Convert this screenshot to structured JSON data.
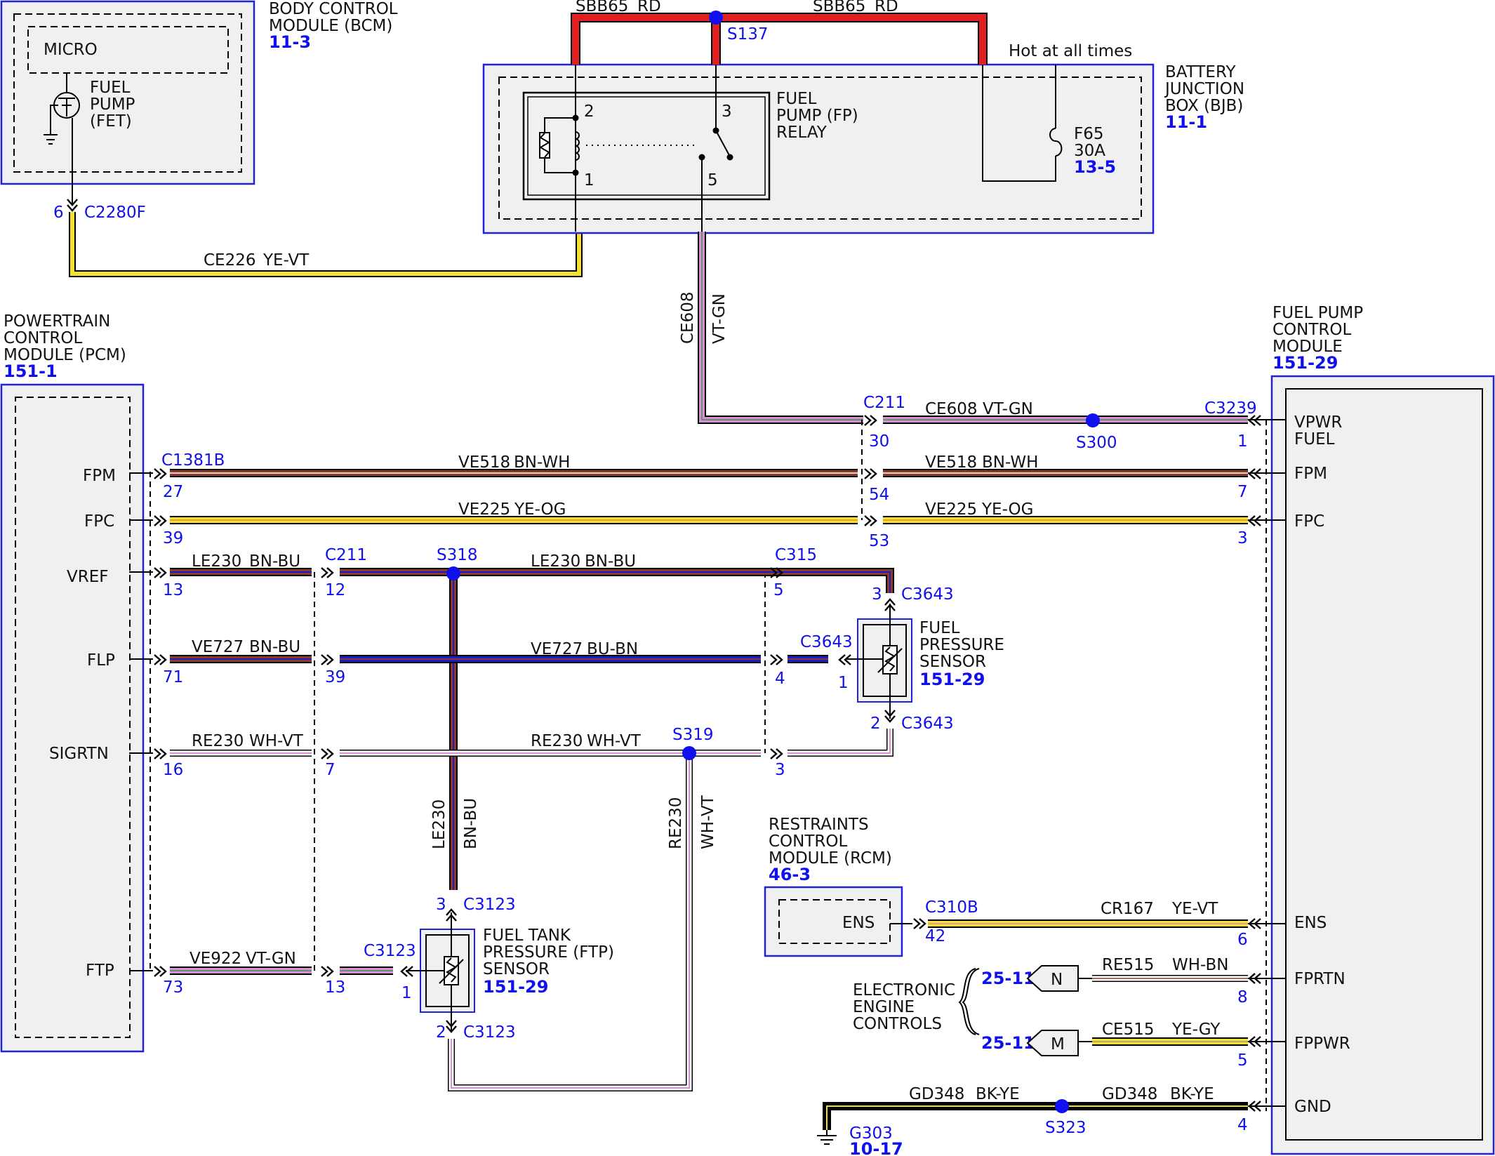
{
  "colors": {
    "module_border": "#2222dd",
    "module_fill": "#f0f0f0",
    "splice": "#1010ee",
    "link_text": "#1010ee",
    "wire_red": "#e02020",
    "wire_yellow": "#f2e032",
    "wire_violet": "#d68fd6",
    "wire_brown": "#8b3a2a",
    "wire_blue": "#1a1ad0",
    "wire_white": "#ffffff",
    "wire_green": "#3a9a3a",
    "wire_gray": "#9a9a9a",
    "wire_black": "#111111",
    "wire_orange": "#f08a20"
  },
  "modules": {
    "bcm": {
      "name": "BODY CONTROL MODULE (BCM)",
      "ref": "11-3",
      "micro": "MICRO",
      "fet": "FUEL PUMP (FET)"
    },
    "bjb": {
      "name": "BATTERY JUNCTION BOX (BJB)",
      "ref": "11-1",
      "hot": "Hot at all times"
    },
    "relay": {
      "name": "FUEL PUMP (FP) RELAY",
      "pins": [
        "2",
        "1",
        "3",
        "5"
      ]
    },
    "fuse": {
      "name": "F65",
      "rating": "30A",
      "ref": "13-5"
    },
    "pcm": {
      "name": "POWERTRAIN CONTROL MODULE (PCM)",
      "ref": "151-1"
    },
    "fpcm": {
      "name": "FUEL PUMP CONTROL MODULE",
      "ref": "151-29"
    },
    "fps": {
      "name": "FUEL PRESSURE SENSOR",
      "ref": "151-29"
    },
    "ftp": {
      "name": "FUEL TANK PRESSURE (FTP) SENSOR",
      "ref": "151-29"
    },
    "rcm": {
      "name": "RESTRAINTS CONTROL MODULE (RCM)",
      "ref": "46-3",
      "pin": "ENS"
    },
    "eec": {
      "name": "ELECTRONIC ENGINE CONTROLS",
      "ref": "25-11"
    },
    "ground": {
      "name": "G303",
      "ref": "10-17"
    }
  },
  "pcm_pins": [
    "FPM",
    "FPC",
    "VREF",
    "FLP",
    "SIGRTN",
    "FTP"
  ],
  "fpcm_pins": [
    "VPWR FUEL",
    "FPM",
    "FPC",
    "ENS",
    "FPRTN",
    "FPPWR",
    "GND"
  ],
  "connectors": {
    "c2280f": "C2280F",
    "c1381b": "C1381B",
    "c211": "C211",
    "c3239": "C3239",
    "c315": "C315",
    "c3643": "C3643",
    "c3123": "C3123",
    "c310b": "C310B"
  },
  "splices": {
    "s137": "S137",
    "s300": "S300",
    "s318": "S318",
    "s319": "S319",
    "s323": "S323"
  },
  "eec_blocks": [
    "N",
    "M"
  ],
  "pins": {
    "p_bcm_6": "6",
    "p_vpwr_30": "30",
    "p_vpwr_1": "1",
    "p_fpm_27": "27",
    "p_fpm_54": "54",
    "p_fpm_7": "7",
    "p_fpc_39": "39",
    "p_fpc_53": "53",
    "p_fpc_3": "3",
    "p_vref_13": "13",
    "p_vref_12": "12",
    "p_vref_5": "5",
    "p_vref_3": "3",
    "p_flp_71": "71",
    "p_flp_39": "39",
    "p_flp_4": "4",
    "p_flp_1": "1",
    "p_sig_16": "16",
    "p_sig_7": "7",
    "p_sig_3": "3",
    "p_sig_2": "2",
    "p_ftp_73": "73",
    "p_ftp_13": "13",
    "p_ftp_1": "1",
    "p_ftps_3": "3",
    "p_ftps_2": "2",
    "p_ens_42": "42",
    "p_ens_6": "6",
    "p_fprtn_8": "8",
    "p_fppwr_5": "5",
    "p_gnd_4": "4"
  },
  "wires": {
    "sbb65_l": {
      "circuit": "SBB65",
      "color": "RD"
    },
    "sbb65_r": {
      "circuit": "SBB65",
      "color": "RD"
    },
    "ce226": {
      "circuit": "CE226",
      "color": "YE-VT"
    },
    "ce608_v": {
      "circuit": "CE608",
      "color": "VT-GN"
    },
    "ce608_h": {
      "circuit": "CE608",
      "color": "VT-GN"
    },
    "ve518_l": {
      "circuit": "VE518",
      "color": "BN-WH"
    },
    "ve518_r": {
      "circuit": "VE518",
      "color": "BN-WH"
    },
    "ve225_l": {
      "circuit": "VE225",
      "color": "YE-OG"
    },
    "ve225_r": {
      "circuit": "VE225",
      "color": "YE-OG"
    },
    "le230_l": {
      "circuit": "LE230",
      "color": "BN-BU"
    },
    "le230_r": {
      "circuit": "LE230",
      "color": "BN-BU"
    },
    "le230_v": {
      "circuit": "LE230",
      "color": "BN-BU"
    },
    "ve727_l": {
      "circuit": "VE727",
      "color": "BN-BU"
    },
    "ve727_r": {
      "circuit": "VE727",
      "color": "BU-BN"
    },
    "re230_l": {
      "circuit": "RE230",
      "color": "WH-VT"
    },
    "re230_r": {
      "circuit": "RE230",
      "color": "WH-VT"
    },
    "re230_v": {
      "circuit": "RE230",
      "color": "WH-VT"
    },
    "ve922": {
      "circuit": "VE922",
      "color": "VT-GN"
    },
    "cr167": {
      "circuit": "CR167",
      "color": "YE-VT"
    },
    "re515": {
      "circuit": "RE515",
      "color": "WH-BN"
    },
    "ce515": {
      "circuit": "CE515",
      "color": "YE-GY"
    },
    "gd348_l": {
      "circuit": "GD348",
      "color": "BK-YE"
    },
    "gd348_r": {
      "circuit": "GD348",
      "color": "BK-YE"
    }
  }
}
